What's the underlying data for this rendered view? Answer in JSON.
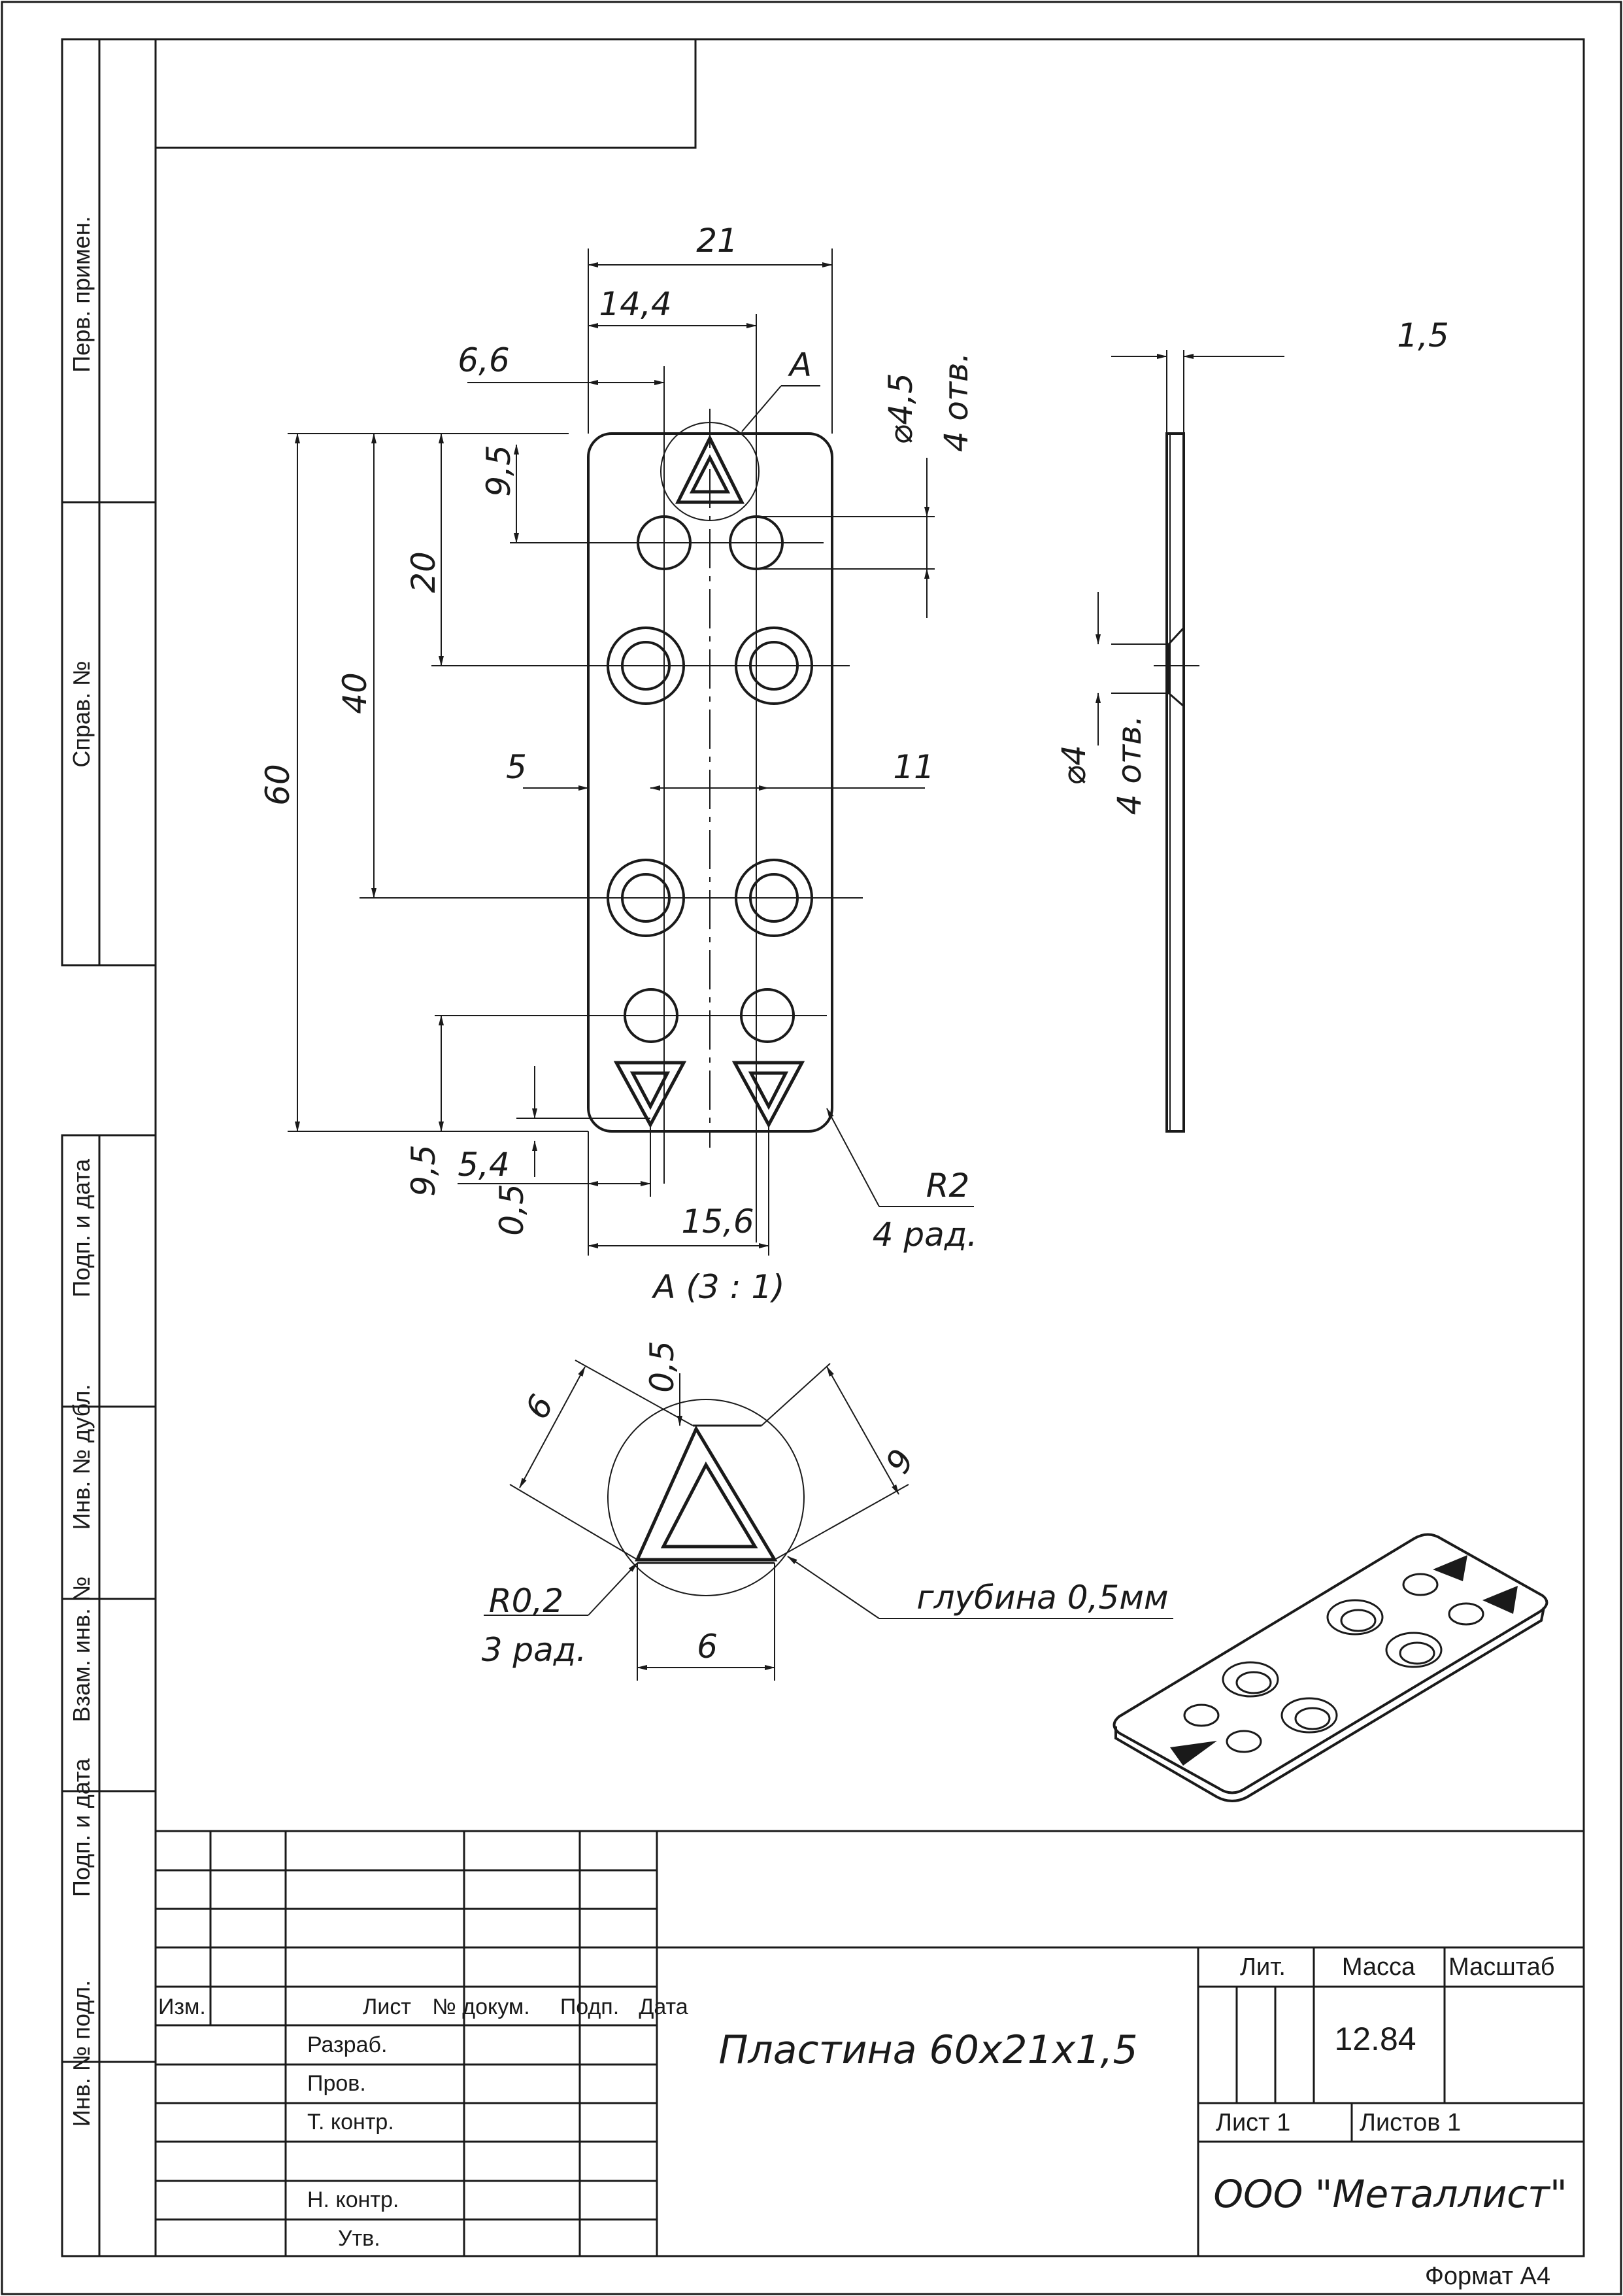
{
  "side_labels": {
    "perv_primen": "Перв. примен.",
    "sprav_no": "Справ. №",
    "podp_data_1": "Подп. и дата",
    "inv_dubl": "Инв. № дубл.",
    "vzam_inv": "Взам. инв. №",
    "podp_data_2": "Подп. и дата",
    "inv_podl": "Инв. № подл."
  },
  "main_view": {
    "dims": {
      "width_21": "21",
      "d_14_4": "14,4",
      "d_6_6": "6,6",
      "label_A": "A",
      "d_9_5_top": "9,5",
      "d_20": "20",
      "d_40": "40",
      "d_60": "60",
      "d_5": "5",
      "d_11": "11",
      "d_9_5_bottom": "9,5",
      "d_5_4": "5,4",
      "d_0_5": "0,5",
      "d_15_6": "15,6",
      "radius": "R2",
      "radius_count": "4 рад.",
      "hole_dia": "4,5",
      "hole_count": "4 отв."
    }
  },
  "side_view": {
    "thickness": "1,5",
    "hole_dia": "4",
    "hole_count": "4 отв."
  },
  "detail_view": {
    "title": "A (3 : 1)",
    "d_0_5": "0,5",
    "d_6_left": "6",
    "d_6_right": "6",
    "d_6_bottom": "6",
    "radius": "R0,2",
    "radius_count": "3 рад.",
    "depth_note": "глубина 0,5мм"
  },
  "title_block": {
    "col_izm": "Изм.",
    "col_list": "Лист",
    "col_dokum": "№ докум.",
    "col_podp": "Подп.",
    "col_data": "Дата",
    "row_razrab": "Разраб.",
    "row_prov": "Пров.",
    "row_tkontr": "Т. контр.",
    "row_nkontr": "Н. контр.",
    "row_utv": "Утв.",
    "designation": "Пластина 60х21х1,5",
    "lit_label": "Лит.",
    "massa_label": "Масса",
    "masshtab_label": "Масштаб",
    "massa_value": "12.84",
    "sheet_label": "Лист 1",
    "sheets_label": "Листов 1",
    "organization": "ООО \"Металлист\""
  },
  "format_label": "Формат A4"
}
